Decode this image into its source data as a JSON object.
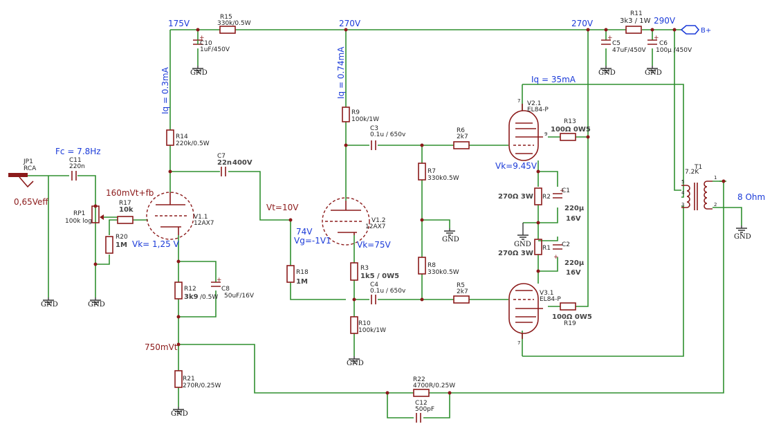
{
  "nodes": {
    "v175": "175V",
    "v270a": "270V",
    "v270b": "270V",
    "v290": "290V",
    "bplus": "B+",
    "iq03": "Iq = 0.3mA",
    "iq074": "Iq = 0.74mA",
    "iq35": "Iq = 35mA",
    "fc": "Fc = 7.8Hz",
    "fb": "160mVt+fb",
    "vk125": "Vk= 1,25 V",
    "vt10": "Vt=10V",
    "v74": "74V",
    "vg": "Vg=-1V1",
    "vk75": "Vk=75V",
    "vk945": "Vk=9.45V",
    "v750": "750mVt",
    "veff": "0,65Veff",
    "ohm8": "8 Ohm"
  },
  "components": {
    "r15": {
      "ref": "R15",
      "val": "330k/0.5W"
    },
    "c10": {
      "ref": "C10",
      "val": "1uF/450V"
    },
    "r14": {
      "ref": "R14",
      "val": "220k/0.5W"
    },
    "c7": {
      "ref": "C7",
      "val": "22n",
      "val2": "400V"
    },
    "c11": {
      "ref": "C11",
      "val": "220n"
    },
    "jp1": {
      "ref": "JP1",
      "val": "RCA"
    },
    "rp1": {
      "ref": "RP1",
      "val": "100k log"
    },
    "r17": {
      "ref": "R17",
      "val": "10k"
    },
    "r20": {
      "ref": "R20",
      "val": "1M"
    },
    "v11": {
      "ref": "V1.1",
      "val": "12AX7"
    },
    "r12": {
      "ref": "R12",
      "val": "3k9",
      "val2": "/0.5W"
    },
    "c8": {
      "ref": "C8",
      "val": "50uF/16V"
    },
    "r21": {
      "ref": "R21",
      "val": "270R/0.25W"
    },
    "r9": {
      "ref": "R9",
      "val": "100k/1W"
    },
    "c3": {
      "ref": "C3",
      "val": "0.1u / 650v"
    },
    "v12": {
      "ref": "V1.2",
      "val": "12AX7"
    },
    "r18": {
      "ref": "R18",
      "val": "1M"
    },
    "r3": {
      "ref": "R3",
      "val": "1k5 / 0W5"
    },
    "c4": {
      "ref": "C4",
      "val": "0.1u / 650v"
    },
    "r10": {
      "ref": "R10",
      "val": "100k/1W"
    },
    "r7": {
      "ref": "R7",
      "val": "330k0.5W"
    },
    "r8": {
      "ref": "R8",
      "val": "330k0.5W"
    },
    "r6": {
      "ref": "R6",
      "val": "2k7"
    },
    "r5": {
      "ref": "R5",
      "val": "2k7"
    },
    "v21": {
      "ref": "V2.1",
      "val": "EL84-P"
    },
    "v31": {
      "ref": "V3.1",
      "val": "EL84-P"
    },
    "r13": {
      "ref": "R13",
      "val": "100Ω 0W5"
    },
    "r19": {
      "ref": "R19",
      "val": "100Ω 0W5"
    },
    "r2": {
      "ref": "R2",
      "val": "270Ω 3W"
    },
    "r1": {
      "ref": "R1",
      "val": "270Ω 3W"
    },
    "c1": {
      "ref": "C1",
      "val": "220µ",
      "val2": "16V"
    },
    "c2": {
      "ref": "C2",
      "val": "220µ",
      "val2": "16V"
    },
    "r11": {
      "ref": "R11",
      "val": "3k3 / 1W"
    },
    "c5": {
      "ref": "C5",
      "val": "47uF/450V"
    },
    "c6": {
      "ref": "C6",
      "val": "100µ /450V"
    },
    "t1": {
      "ref": "T1",
      "val": "7.2K"
    },
    "r22": {
      "ref": "R22",
      "val": "4700R/0.25W"
    },
    "c12": {
      "ref": "C12",
      "val": "500pF"
    }
  },
  "gnd": "GND",
  "pins": {
    "p1": "1",
    "p2": "2",
    "p3": "3",
    "p4": "4",
    "p5": "5",
    "p7": "7",
    "p9": "9"
  },
  "colors": {
    "wire": "#2f8f2f",
    "part": "#8b1a1a",
    "voltage": "#1a3ad8"
  }
}
